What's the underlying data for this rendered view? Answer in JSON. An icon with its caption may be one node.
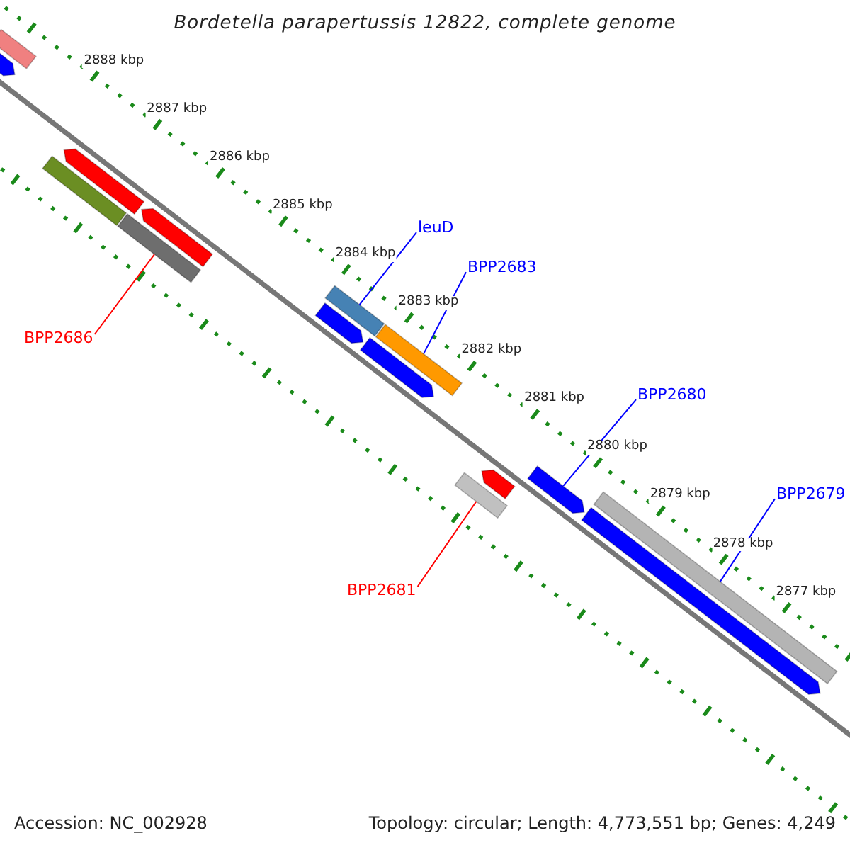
{
  "diagram": {
    "title": "Bordetella parapertussis 12822, complete genome",
    "nodes": [
      {
        "text": [
          "leuD"
        ]
      },
      {
        "text": [
          "BPP2683"
        ]
      },
      {
        "text": [
          "BPP2686"
        ]
      },
      {
        "text": [
          "BPP2680"
        ]
      },
      {
        "text": [
          "BPP2679"
        ]
      },
      {
        "text": [
          "BPP2681"
        ]
      },
      {
        "text": [],
        "shape": "bar"
      },
      {
        "text": [],
        "shape": "bar"
      },
      {
        "text": [],
        "shape": "bar"
      },
      {
        "text": [],
        "shape": "bar"
      },
      {
        "text": [],
        "shape": "arrow"
      },
      {
        "text": [],
        "shape": "bar"
      }
    ],
    "edges": [
      {
        "from": 0,
        "to": 7,
        "arrow": "none"
      },
      {
        "from": 1,
        "to": 8,
        "arrow": "none"
      },
      {
        "from": 2,
        "to": 6,
        "arrow": "none",
        "color": "#ff0000"
      },
      {
        "from": 3,
        "to": 10,
        "arrow": "none"
      },
      {
        "from": 4,
        "to": 11,
        "arrow": "none"
      },
      {
        "from": 5,
        "to": 9,
        "arrow": "none",
        "color": "#ff0000"
      }
    ],
    "labels": [
      "2888 kbp",
      "2887 kbp",
      "2886 kbp",
      "2885 kbp",
      "2884 kbp",
      "2883 kbp",
      "2882 kbp",
      "2881 kbp",
      "2880 kbp",
      "2879 kbp",
      "2878 kbp",
      "2877 kbp",
      "Accession: NC_002928",
      "Topology: circular; Length: 4,773,551 bp; Genes: 4,249"
    ]
  }
}
